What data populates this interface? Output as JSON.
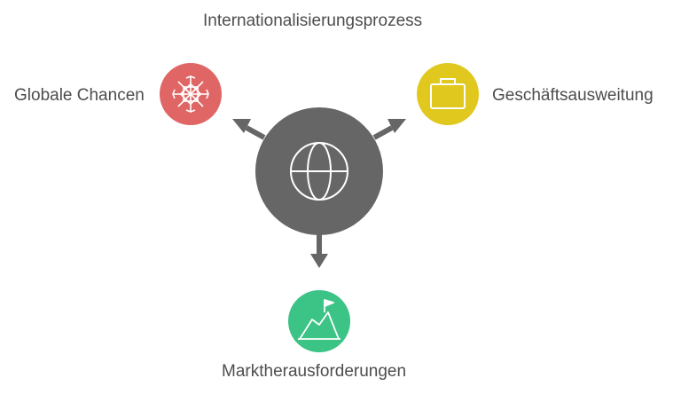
{
  "diagram": {
    "title": "Internationalisierungsprozess",
    "center": {
      "icon": "globe-icon",
      "color": "#666666"
    },
    "nodes": [
      {
        "id": "left",
        "label": "Globale Chancen",
        "icon": "snowflake-burst-icon",
        "color": "#e06666"
      },
      {
        "id": "right",
        "label": "Geschäftsausweitung",
        "icon": "briefcase-icon",
        "color": "#e0c81e"
      },
      {
        "id": "bottom",
        "label": "Marktherausforderungen",
        "icon": "mountain-flag-icon",
        "color": "#3cc386"
      }
    ],
    "arrow_color": "#666666"
  }
}
